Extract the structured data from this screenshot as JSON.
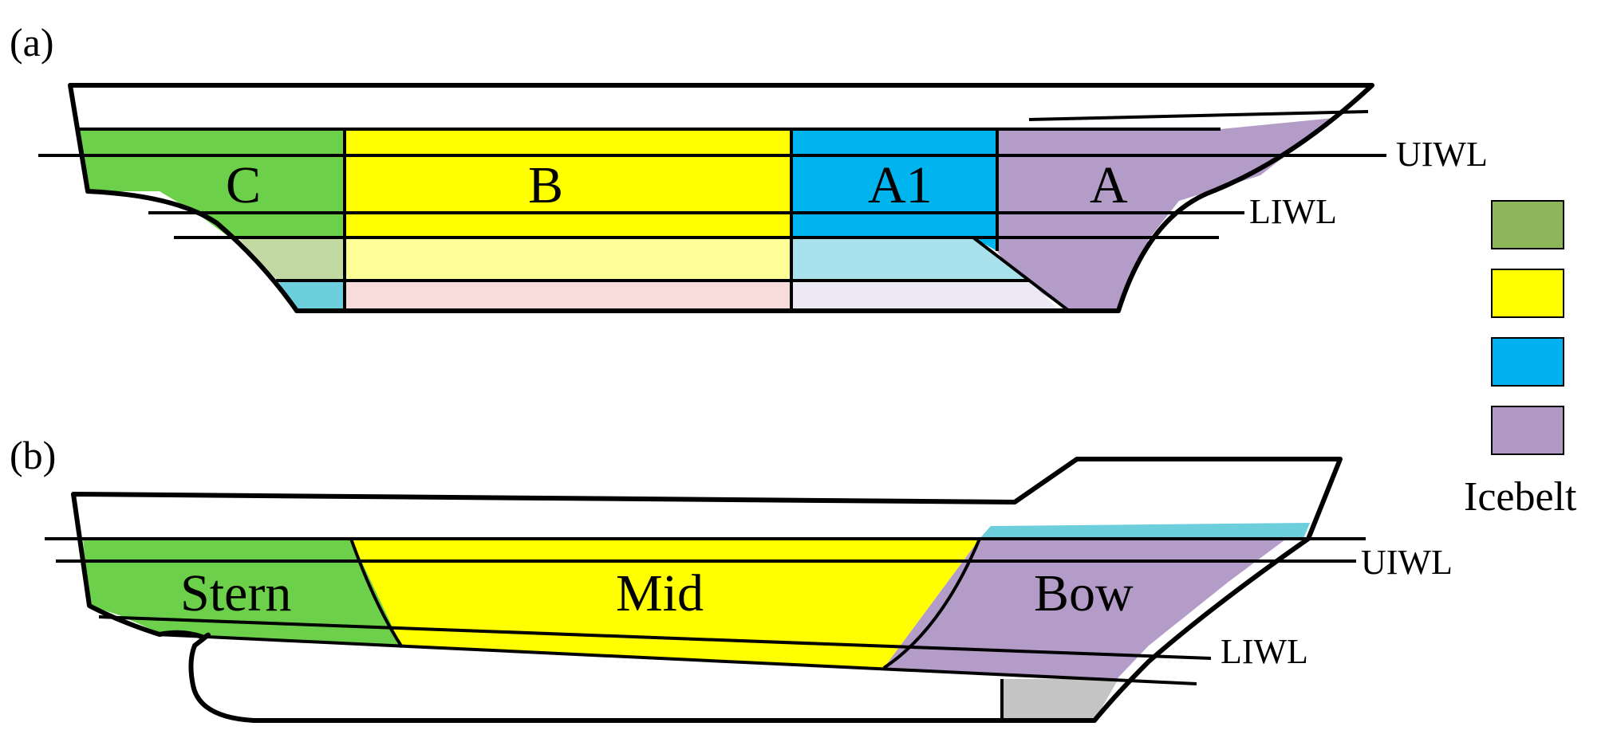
{
  "panel_a": {
    "label": "(a)",
    "zones": [
      {
        "id": "C",
        "text": "C"
      },
      {
        "id": "B",
        "text": "B"
      },
      {
        "id": "A1",
        "text": "A1"
      },
      {
        "id": "A",
        "text": "A"
      }
    ],
    "waterlines": {
      "upper": "UIWL",
      "lower": "LIWL"
    }
  },
  "panel_b": {
    "label": "(b)",
    "zones": [
      {
        "id": "stern",
        "text": "Stern"
      },
      {
        "id": "mid",
        "text": "Mid"
      },
      {
        "id": "bow",
        "text": "Bow"
      }
    ],
    "waterlines": {
      "upper": "UIWL",
      "lower": "LIWL"
    }
  },
  "legend": {
    "title": "Icebelt",
    "swatches": [
      {
        "color": "#8db65a"
      },
      {
        "color": "#ffff00"
      },
      {
        "color": "#00b0f0"
      },
      {
        "color": "#b09ac4"
      }
    ]
  },
  "colors": {
    "green": "#6cd04a",
    "yellow": "#ffff00",
    "blue": "#00b4ee",
    "purple": "#b49cc8",
    "light_green": "#c3d9a3",
    "light_yellow": "#ffff99",
    "light_blue": "#a8e0ec",
    "cyan": "#6dcfdc",
    "pink": "#f8dcdc",
    "lavender": "#ece8f4",
    "gray": "#c4c4c4"
  }
}
